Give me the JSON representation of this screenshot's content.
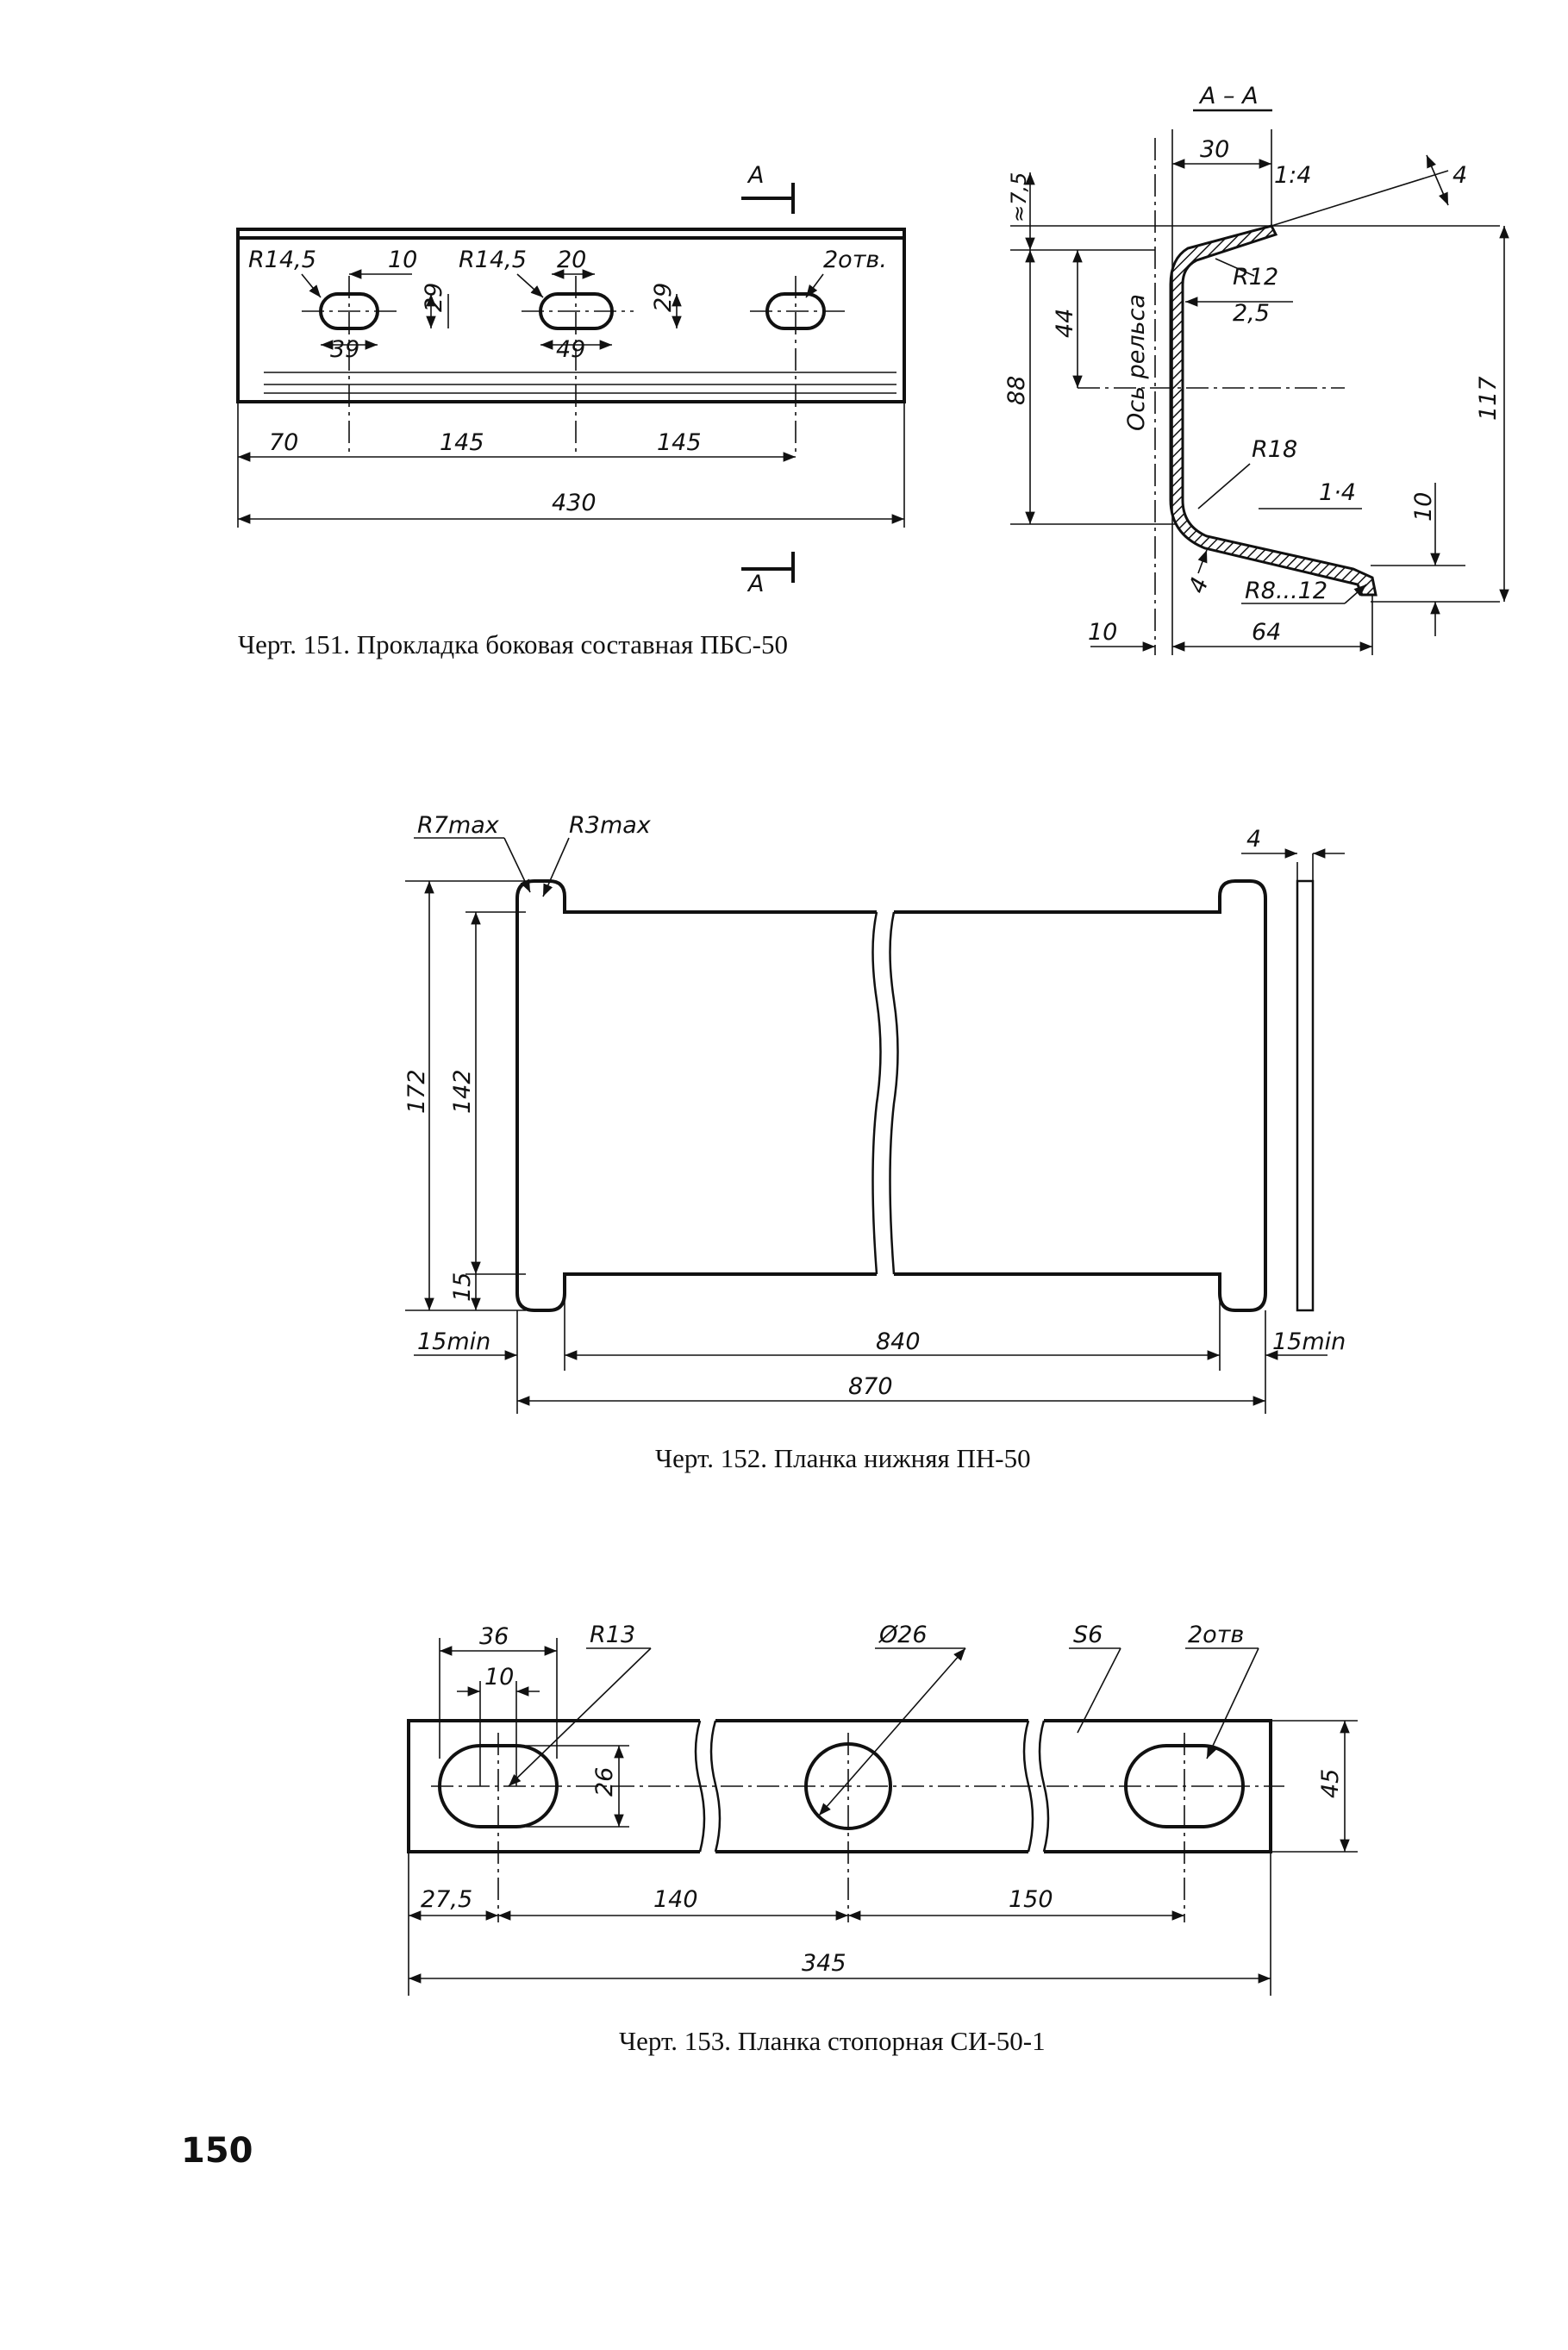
{
  "page_number": "150",
  "drawings": {
    "d151": {
      "caption": "Черт. 151. Прокладка боковая составная ПБС-50",
      "section_mark": "А",
      "section_title": "А – А",
      "labels": {
        "r1": "R14,5",
        "w10": "10",
        "r2": "R14,5",
        "w20": "20",
        "holes": "2отв.",
        "h29a": "29",
        "h29b": "29",
        "w39": "39",
        "w49": "49",
        "d70": "70",
        "d145a": "145",
        "d145b": "145",
        "d430": "430"
      },
      "section_labels": {
        "w30": "30",
        "slope1": "1:4",
        "t4a": "4",
        "e75": "≈7,5",
        "r12": "R12",
        "t25": "2,5",
        "h44": "44",
        "axis": "Ось рельса",
        "h88": "88",
        "h117": "117",
        "r18": "R18",
        "slope2": "1·4",
        "h10": "10",
        "t4b": "4",
        "r812": "R8...12",
        "d10": "10",
        "d64": "64"
      }
    },
    "d152": {
      "caption": "Черт. 152. Планка нижняя ПН-50",
      "labels": {
        "r7": "R7max",
        "r3": "R3max",
        "t4": "4",
        "h172": "172",
        "h142": "142",
        "h15": "15",
        "min1": "15min",
        "d840": "840",
        "min2": "15min",
        "d870": "870"
      }
    },
    "d153": {
      "caption": "Черт. 153. Планка стопорная СИ-50-1",
      "labels": {
        "w36": "36",
        "r13": "R13",
        "dia": "Ø26",
        "s6": "S6",
        "holes": "2отв",
        "w10": "10",
        "h26": "26",
        "h45": "45",
        "d275": "27,5",
        "d140": "140",
        "d150": "150",
        "d345": "345"
      }
    }
  }
}
